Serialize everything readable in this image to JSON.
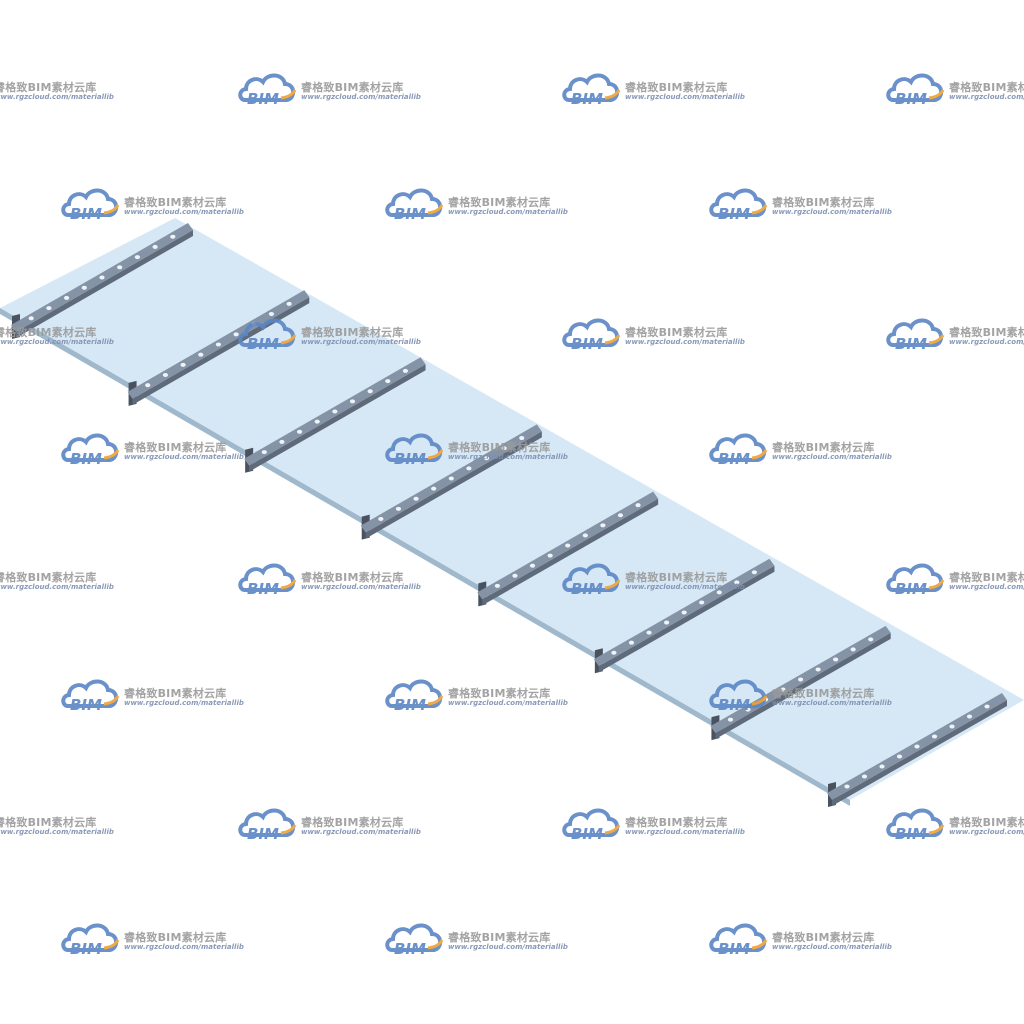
{
  "model": {
    "name": "glass-canopy-with-perforated-brackets",
    "glass_color": "#cfe4f3",
    "glass_edge_color": "#9fb8cc",
    "bracket_color": "#8593a6",
    "bracket_shadow_color": "#4a5260",
    "bracket_count": 8
  },
  "watermark": {
    "name": "睿格致BIM素材云库",
    "url": "www.rgzcloud.com/materiallib",
    "logo_text": "BIM",
    "logo_color": "#5b86c5",
    "accent_color": "#f0a030",
    "icon": "cloud-logo-icon"
  }
}
